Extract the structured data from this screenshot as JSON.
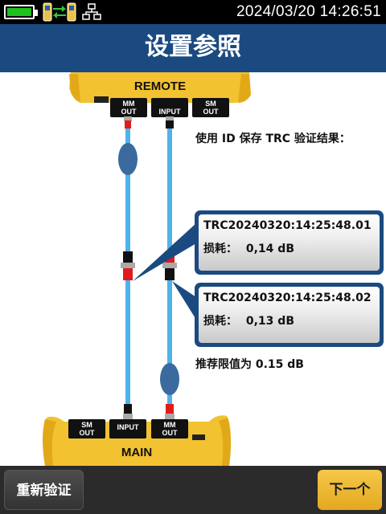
{
  "status": {
    "datetime": "2024/03/20  14:26:51",
    "battery_icon": "battery-full-icon",
    "link_icon": "device-link-icon",
    "network_icon": "network-icon"
  },
  "header": {
    "title": "设置参照"
  },
  "diagram": {
    "remote_label": "REMOTE",
    "main_label": "MAIN",
    "remote_ports": {
      "mm_out": "MM\nOUT",
      "input": "INPUT",
      "sm_out": "SM\nOUT"
    },
    "main_ports": {
      "sm_out": "SM\nOUT",
      "input": "INPUT",
      "mm_out": "MM\nOUT"
    }
  },
  "instruction": "使用 ID 保存 TRC 验证结果：",
  "results": [
    {
      "id": "TRC20240320:14:25:48.01",
      "loss_label": "损耗：",
      "loss_value": "0,14 dB"
    },
    {
      "id": "TRC20240320:14:25:48.02",
      "loss_label": "损耗：",
      "loss_value": "0,13 dB"
    }
  ],
  "limit_text": "推荐限值为 0.15 dB",
  "footer": {
    "retest_label": "重新验证",
    "next_label": "下一个"
  },
  "colors": {
    "header_blue": "#1b4a80",
    "fiber_blue": "#4fb3ea",
    "device_yellow": "#f2c230",
    "next_button": "#f0b830"
  }
}
